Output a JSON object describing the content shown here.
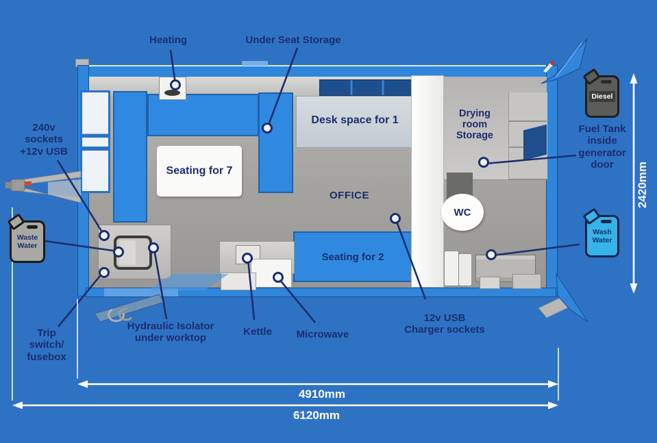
{
  "callouts": {
    "heating": "Heating",
    "under_seat_storage": "Under Seat Storage",
    "sockets": "240v\nsockets\n+12v USB",
    "waste_water": "Waste\nWater",
    "trip_switch": "Trip\nswitch/\nfusebox",
    "hydraulic_isolator": "Hydraulic Isolator\nunder worktop",
    "kettle": "Kettle",
    "microwave": "Microwave",
    "usb_chargers": "12v USB\nCharger sockets",
    "fuel_tank": "Fuel Tank\ninside\ngenerator\ndoor",
    "wash_water": "Wash\nWater",
    "diesel": "Diesel"
  },
  "rooms": {
    "seating7": "Seating for 7",
    "desk": "Desk space for 1",
    "office": "OFFICE",
    "seating2": "Seating for 2",
    "drying_room": "Drying\nroom\nStorage",
    "wc": "WC"
  },
  "dimensions": {
    "internal_length": "4910mm",
    "overall_length": "6120mm",
    "height": "2420mm"
  },
  "colors": {
    "background": "#2e72c4",
    "trailer_blue": "#2f86db",
    "bench_blue": "#3089e0",
    "label_navy": "#1c2d6e",
    "dimension_white": "#ffffff",
    "floor_gray": "#a6a5a1",
    "desk_gray_blue": "#ccd4da",
    "wash_can_blue": "#36b3e9",
    "diesel_can_gray": "#5c5c5a",
    "waste_can_gray": "#a8a8a4"
  }
}
